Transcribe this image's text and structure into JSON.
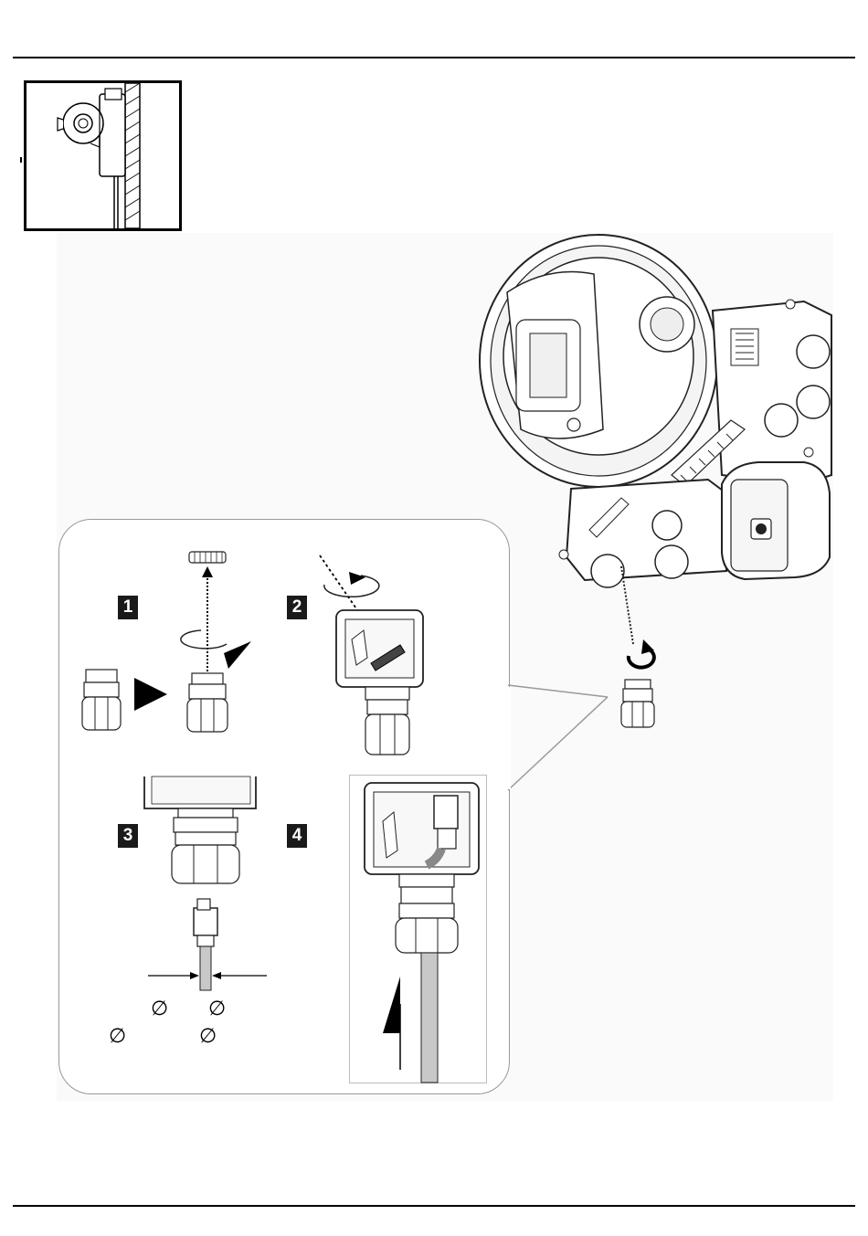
{
  "steps": [
    {
      "label": "1"
    },
    {
      "label": "2"
    },
    {
      "label": "3"
    },
    {
      "label": "4"
    }
  ],
  "diameter_symbol": "∅",
  "colors": {
    "line": "#000000",
    "callout_border": "#999999",
    "step_badge": "#1a1a1a",
    "cable": "#c8c8c8"
  },
  "icons": [
    "wall-mount-side-view",
    "dome-camera-with-junction-box",
    "cable-gland",
    "rj45-connector",
    "rotate-arrow-icon",
    "direction-arrow-icon"
  ]
}
